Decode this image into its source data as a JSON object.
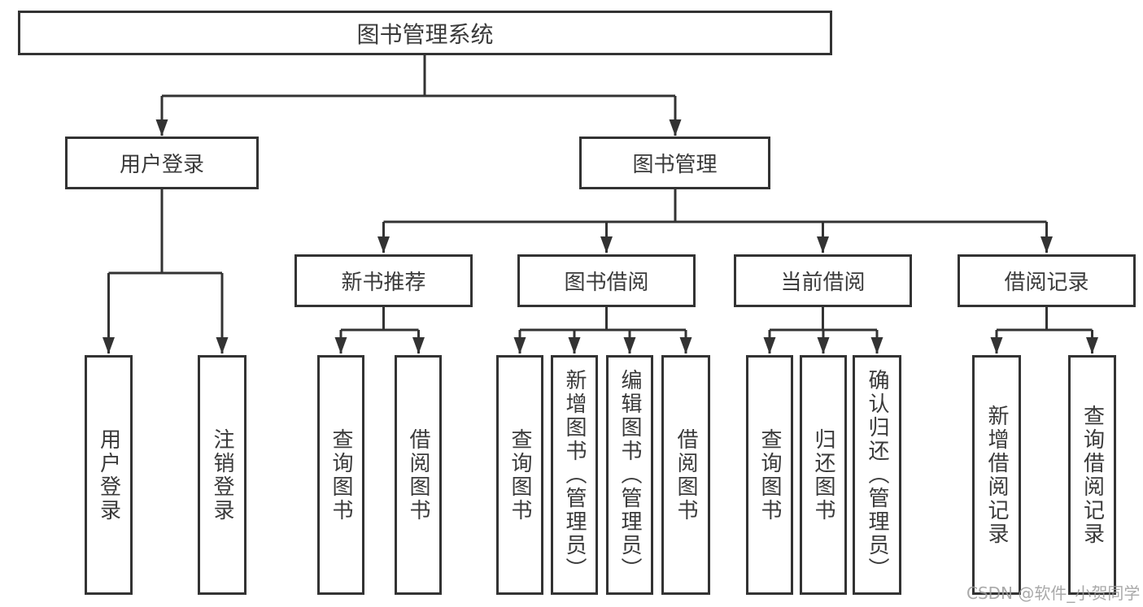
{
  "style": {
    "background": "#ffffff",
    "line_color": "#333333",
    "box_border_color": "#333333",
    "box_fill": "#ffffff",
    "text_color": "#3a3a3a",
    "watermark_color": "#9a9a9a"
  },
  "diagram": {
    "title": "图书管理系统",
    "level2": [
      {
        "label": "用户登录"
      },
      {
        "label": "图书管理"
      }
    ],
    "level3": [
      {
        "label": "新书推荐"
      },
      {
        "label": "图书借阅"
      },
      {
        "label": "当前借阅"
      },
      {
        "label": "借阅记录"
      }
    ],
    "leaves": {
      "user_login": [
        "用户登录",
        "注销登录"
      ],
      "new_book": [
        "查询图书",
        "借阅图书"
      ],
      "book_borrow": [
        "查询图书",
        "新增图书（管理员）",
        "编辑图书（管理员）",
        "借阅图书"
      ],
      "current_borrow": [
        "查询图书",
        "归还图书",
        "确认归还（管理员）"
      ],
      "borrow_record": [
        "新增借阅记录",
        "查询借阅记录"
      ]
    }
  },
  "watermark": {
    "text": "CSDN @软件_小贺同学"
  }
}
